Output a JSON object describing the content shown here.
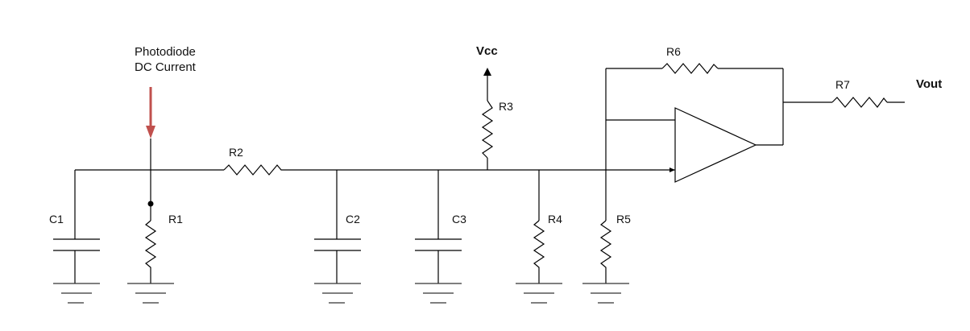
{
  "source": {
    "line1": "Photodiode",
    "line2": "DC Current",
    "arrow_color": "#c0504d"
  },
  "labels": {
    "vcc": "Vcc",
    "vout": "Vout",
    "c1": "C1",
    "c2": "C2",
    "c3": "C3",
    "r1": "R1",
    "r2": "R2",
    "r3": "R3",
    "r4": "R4",
    "r5": "R5",
    "r6": "R6",
    "r7": "R7"
  },
  "colors": {
    "wire": "#000000",
    "ground": "#333333"
  }
}
